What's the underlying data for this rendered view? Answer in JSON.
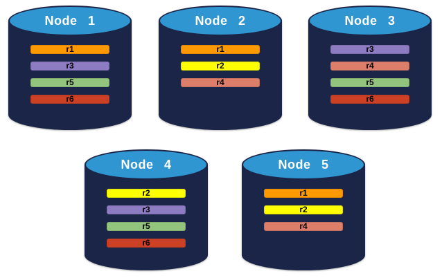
{
  "diagram": {
    "background": "#FFFFFF",
    "cylinder_top_color": "#3096D2",
    "cylinder_body_color": "#1B2547",
    "title_text_color": "#FFFFFF",
    "bar_text_color": "#000000"
  },
  "replica_palette": {
    "r1": "#FF9900",
    "r2": "#FFFF00",
    "r3": "#8E7CC3",
    "r4": "#DD7E6B",
    "r5": "#93C47D",
    "r6": "#CC4125"
  },
  "nodes": [
    {
      "title": "Node 1",
      "replicas": [
        {
          "label": "r1",
          "color": "#FF9900"
        },
        {
          "label": "r3",
          "color": "#8E7CC3"
        },
        {
          "label": "r5",
          "color": "#93C47D"
        },
        {
          "label": "r6",
          "color": "#CC4125"
        }
      ]
    },
    {
      "title": "Node 2",
      "replicas": [
        {
          "label": "r1",
          "color": "#FF9900"
        },
        {
          "label": "r2",
          "color": "#FFFF00"
        },
        {
          "label": "r4",
          "color": "#DD7E6B"
        }
      ]
    },
    {
      "title": "Node 3",
      "replicas": [
        {
          "label": "r3",
          "color": "#8E7CC3"
        },
        {
          "label": "r4",
          "color": "#DD7E6B"
        },
        {
          "label": "r5",
          "color": "#93C47D"
        },
        {
          "label": "r6",
          "color": "#CC4125"
        }
      ]
    },
    {
      "title": "Node 4",
      "replicas": [
        {
          "label": "r2",
          "color": "#FFFF00"
        },
        {
          "label": "r3",
          "color": "#8E7CC3"
        },
        {
          "label": "r5",
          "color": "#93C47D"
        },
        {
          "label": "r6",
          "color": "#CC4125"
        }
      ]
    },
    {
      "title": "Node 5",
      "replicas": [
        {
          "label": "r1",
          "color": "#FF9900"
        },
        {
          "label": "r2",
          "color": "#FFFF00"
        },
        {
          "label": "r4",
          "color": "#DD7E6B"
        }
      ]
    }
  ]
}
